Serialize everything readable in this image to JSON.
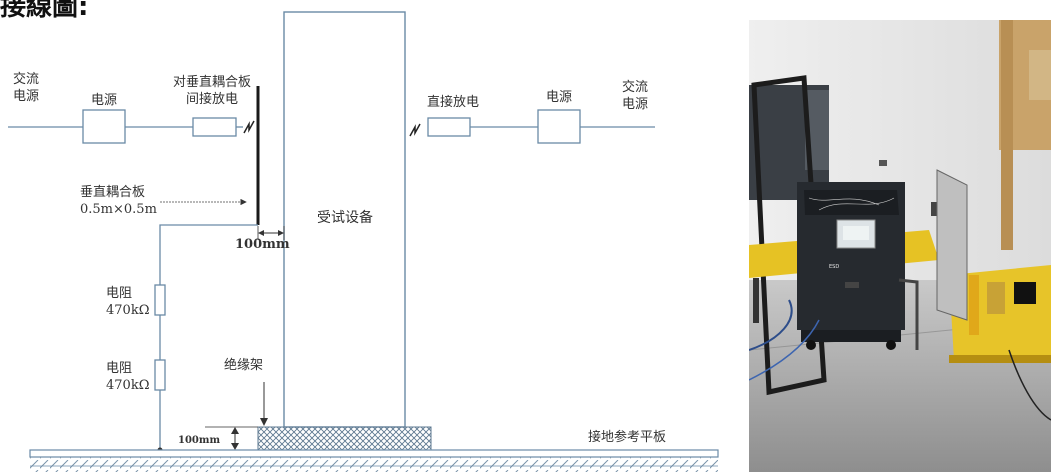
{
  "header_fragment": "接線圖:",
  "labels": {
    "ac_power_left": "交流\n电源",
    "power_left": "电源",
    "indirect_discharge": "对垂直耦合板\n间接放电",
    "direct_discharge": "直接放电",
    "power_right": "电源",
    "ac_power_right": "交流\n电源",
    "vcp": "垂直耦合板\n0.5m×0.5m",
    "gap_100mm": "100mm",
    "eut": "受试设备",
    "resistor_1": "电阻\n470kΩ",
    "resistor_2": "电阻\n470kΩ",
    "insulating_support": "绝缘架",
    "height_100mm": "100mm",
    "ground_plane": "接地参考平板"
  },
  "colors": {
    "line": "#6a8aa6",
    "box": "#6a8aa6",
    "plate": "#1a1a1a",
    "hatch": "#6a8aa6"
  }
}
